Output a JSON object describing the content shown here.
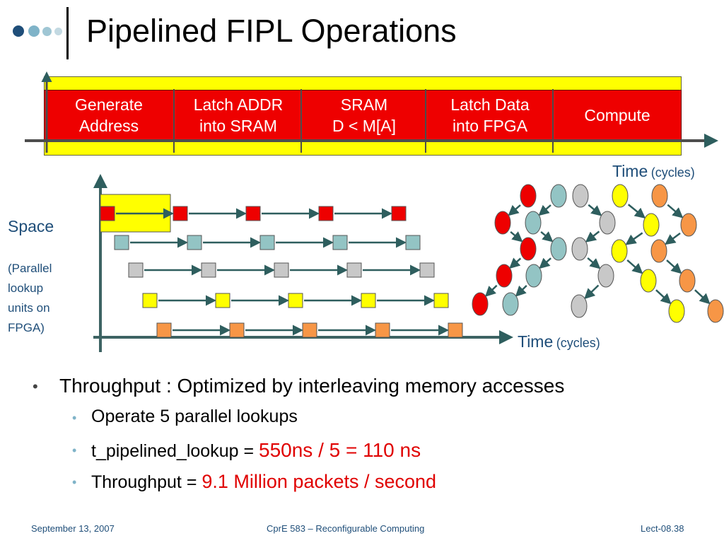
{
  "slide": {
    "title": "Pipelined FIPL Operations"
  },
  "pipeline": {
    "stages": [
      {
        "line1": "Generate",
        "line2": "Address"
      },
      {
        "line1": "Latch ADDR",
        "line2": "into SRAM"
      },
      {
        "line1": "SRAM",
        "line2": "D < M[A]"
      },
      {
        "line1": "Latch Data",
        "line2": "into FPGA"
      },
      {
        "line1": "Compute",
        "line2": ""
      }
    ],
    "time_label": "Time",
    "time_unit": "(cycles)"
  },
  "space_time": {
    "space_label": "Space",
    "space_sub": [
      "(Parallel",
      "lookup",
      "units on",
      "FPGA)"
    ],
    "time_label": "Time",
    "time_unit": "(cycles)"
  },
  "colors": {
    "red": "#ee0000",
    "teal": "#93c4c4",
    "gray": "#c8c8c8",
    "yellow": "#ffff00",
    "orange": "#f79646",
    "arrow": "#2e5e5e",
    "band_yellow": "#ffff00"
  },
  "bullets": {
    "main": "Throughput : Optimized by interleaving memory accesses",
    "sub1": "Operate 5 parallel lookups",
    "sub2_prefix": "t_pipelined_lookup = ",
    "sub2_value": "550ns / 5 = 110 ns",
    "sub3_prefix": "Throughput = ",
    "sub3_value": "9.1 Million packets / second"
  },
  "footer": {
    "date": "September 13, 2007",
    "course": "CprE 583 – Reconfigurable Computing",
    "lecture": "Lect-08.38"
  }
}
